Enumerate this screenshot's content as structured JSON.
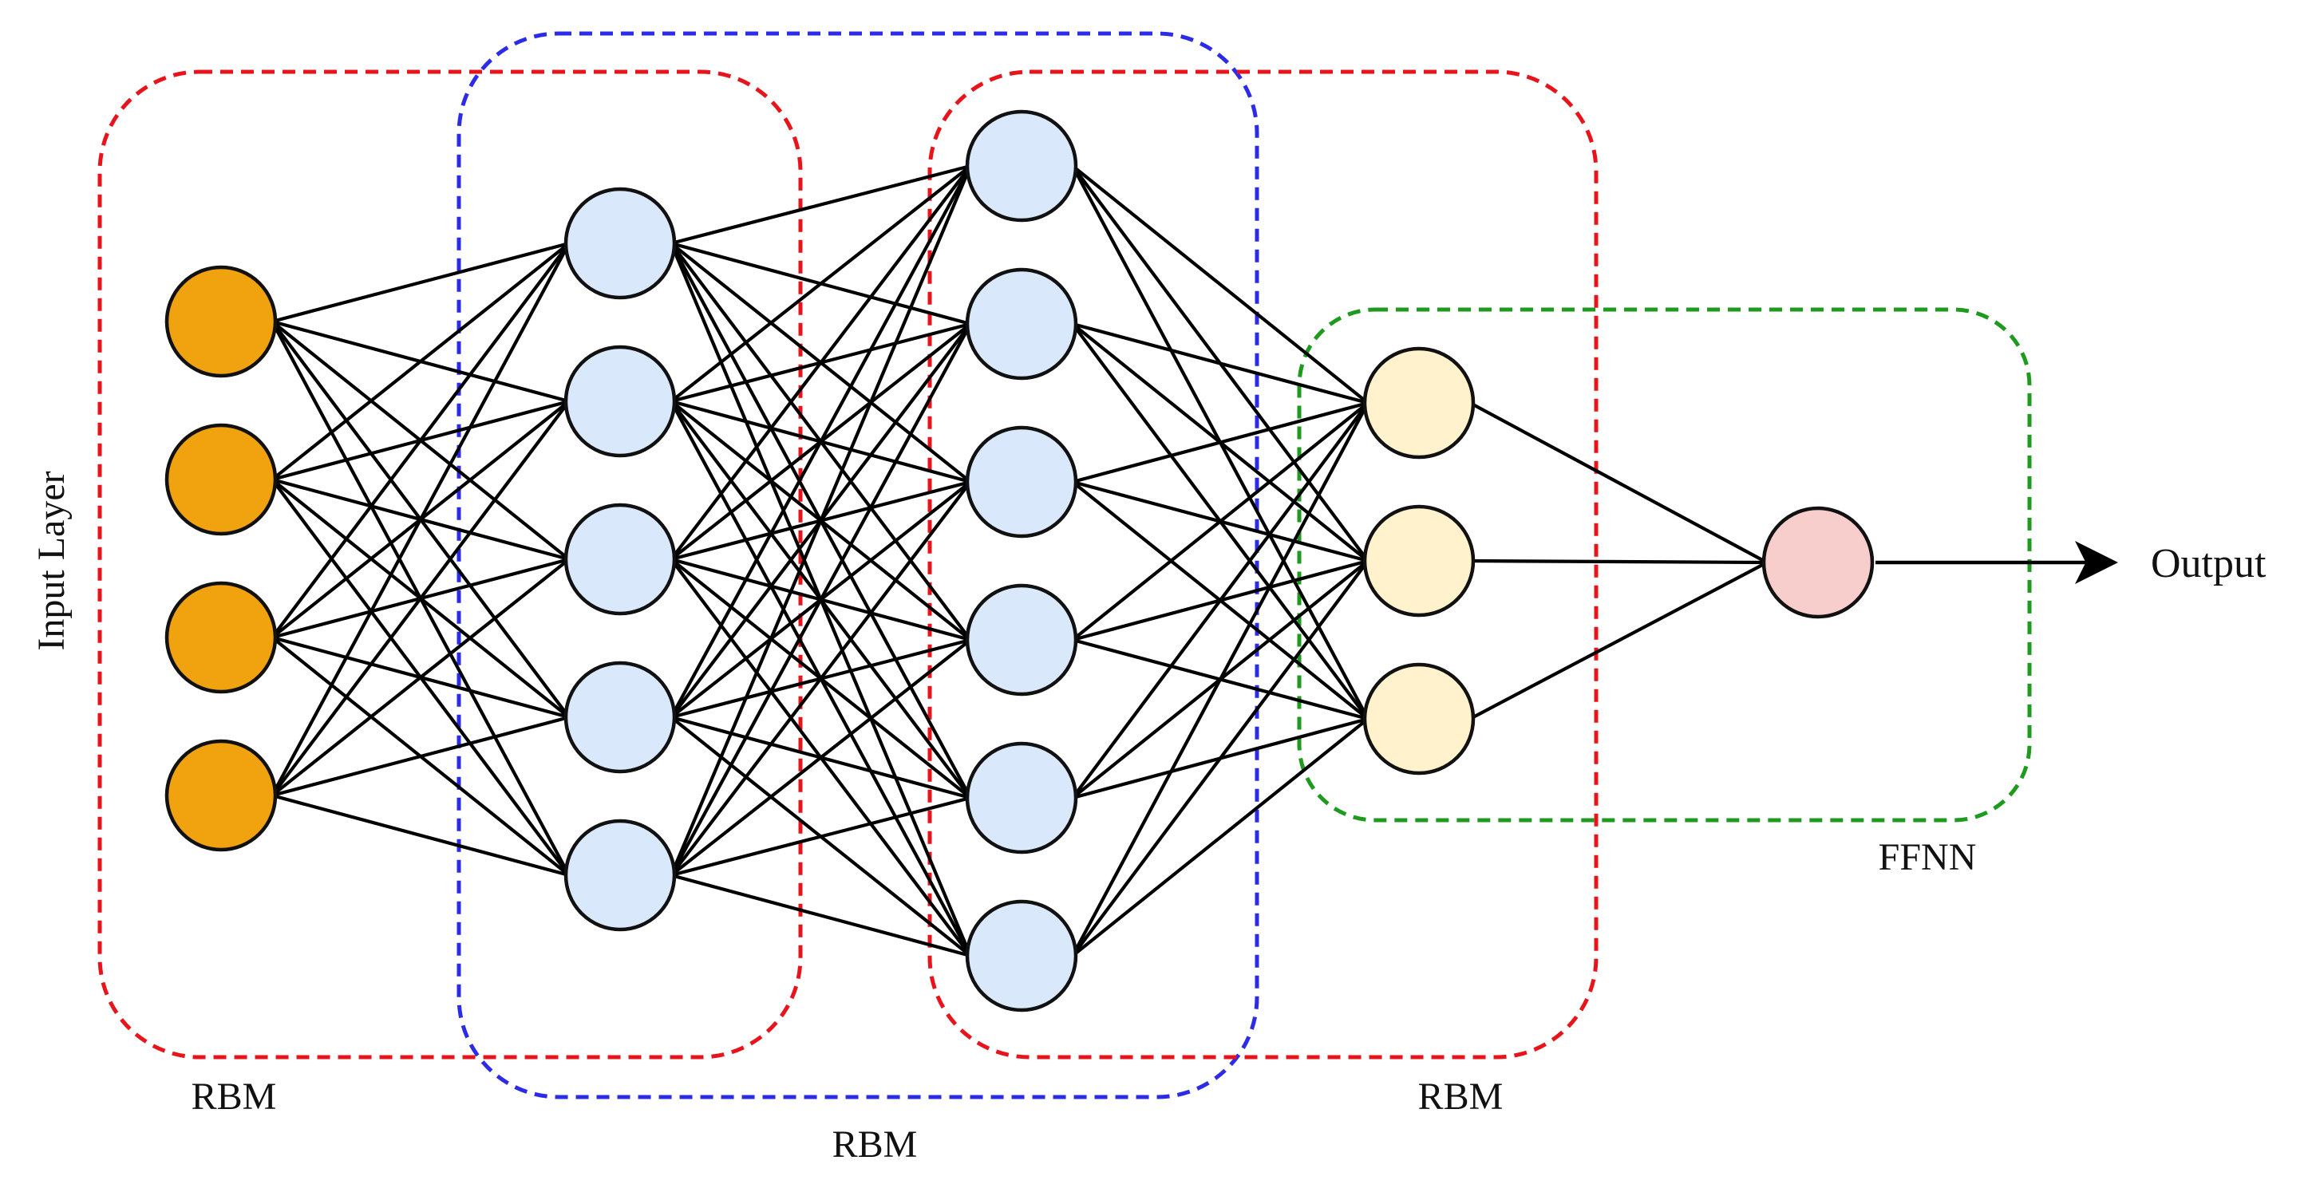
{
  "layers": [
    {
      "name": "input",
      "count": 4,
      "fill": "#F0A30E"
    },
    {
      "name": "hidden-1",
      "count": 5,
      "fill": "#DAE8FC"
    },
    {
      "name": "hidden-2",
      "count": 6,
      "fill": "#DAE8FC"
    },
    {
      "name": "hidden-3",
      "count": 3,
      "fill": "#FFF2CC"
    },
    {
      "name": "output",
      "count": 1,
      "fill": "#F8CECC"
    }
  ],
  "groups": [
    {
      "name": "rbm-group-1",
      "label": "RBM",
      "color": "#E8141B"
    },
    {
      "name": "rbm-group-2",
      "label": "RBM",
      "color": "#2B2BE8"
    },
    {
      "name": "rbm-group-3",
      "label": "RBM",
      "color": "#E8141B"
    },
    {
      "name": "ffnn-group",
      "label": "FFNN",
      "color": "#1E9A1E"
    }
  ],
  "labels": {
    "input_layer": "Input Layer",
    "output": "Output"
  },
  "colors": {
    "edge": "#000000",
    "node_stroke": "#111111"
  }
}
